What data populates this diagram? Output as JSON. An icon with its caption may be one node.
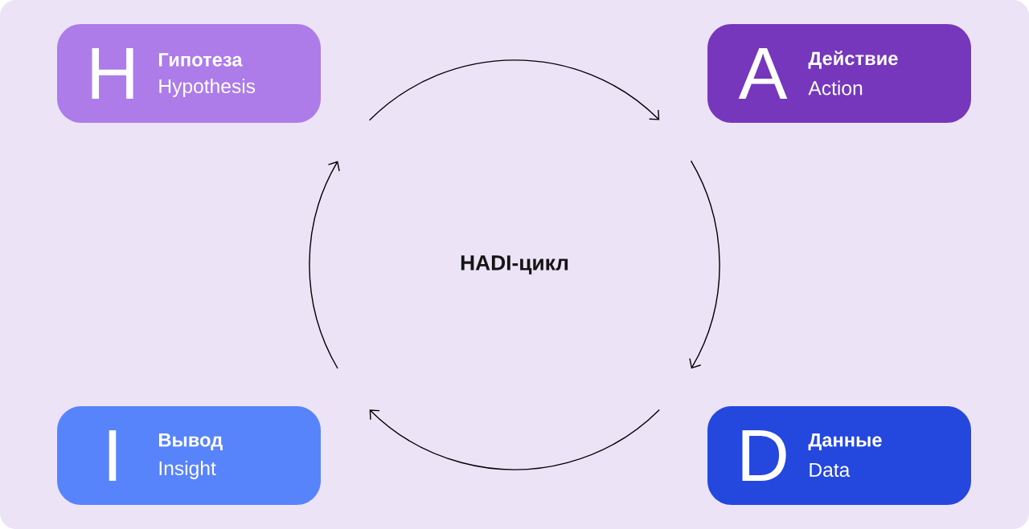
{
  "diagram": {
    "nodes": [
      {
        "text": [
          "H",
          "Гипотеза",
          "Hypothesis"
        ]
      },
      {
        "text": [
          "A",
          "Действие",
          "Action"
        ]
      },
      {
        "text": [
          "I",
          "Вывод",
          "Insight"
        ]
      },
      {
        "text": [
          "D",
          "Данные",
          "Data"
        ]
      }
    ],
    "edges": [
      {
        "from": 0,
        "to": 1,
        "arrow": "to"
      },
      {
        "from": 1,
        "to": 3,
        "arrow": "to"
      },
      {
        "from": 3,
        "to": 2,
        "arrow": "to"
      },
      {
        "from": 2,
        "to": 0,
        "arrow": "to"
      }
    ],
    "labels": [
      "HADI-цикл"
    ]
  }
}
